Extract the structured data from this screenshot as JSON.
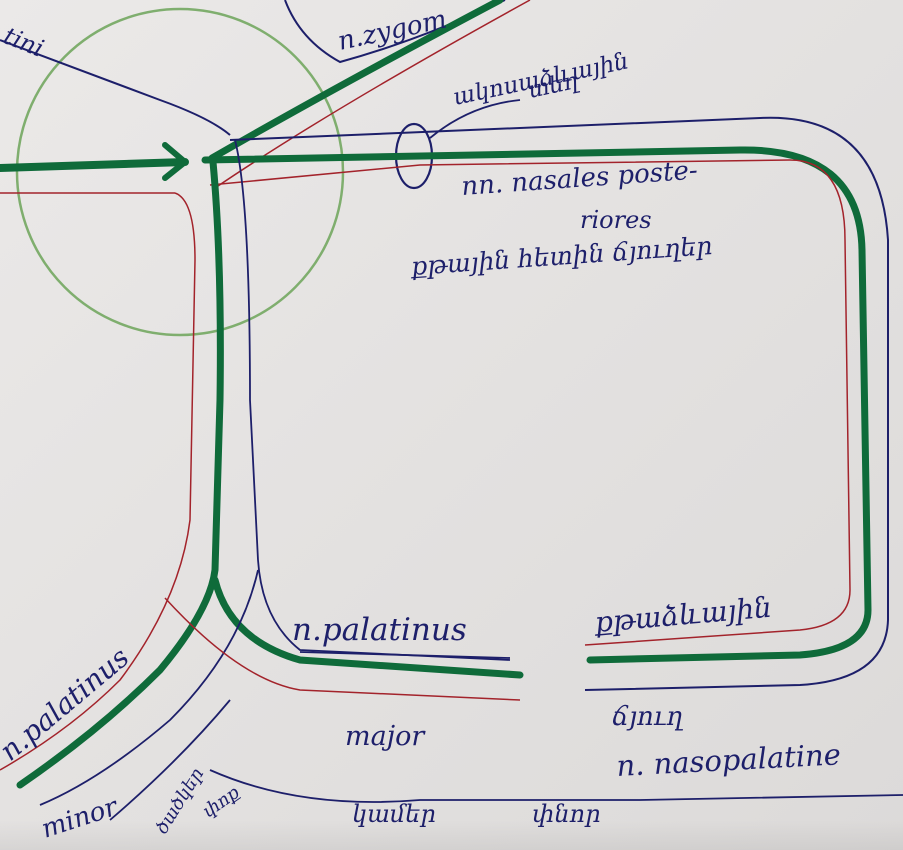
{
  "colors": {
    "paper": "#e7e5e4",
    "nerve_green": "#0f6b3a",
    "ink_navy": "#1d1f6a",
    "ink_red": "#a3232b",
    "circle_green": "#7fae6e"
  },
  "labels": {
    "top_left": "tini",
    "zygomaticus": "n.zygom",
    "ganglion_note_1": "ակոսաձևային",
    "ganglion_note_2": "տեղ",
    "nasales_1": "nn. nasales poste-",
    "nasales_2": "riores",
    "nasales_arm": "քթային հետին ճյուղեր",
    "palatinus": "n.palatinus",
    "palatine_arm": "քթաձևային",
    "palatinus_minor_1": "n.palatinus",
    "minor": "minor",
    "major": "major",
    "branch_arm": "ճյուղ",
    "nasopalatinus": "n. nasopalatine",
    "bottom_arm_1": "ծածկեր",
    "bottom_arm_2": "փոք",
    "bottom_word_1": "կամեր",
    "bottom_word_2": "փնոր"
  }
}
